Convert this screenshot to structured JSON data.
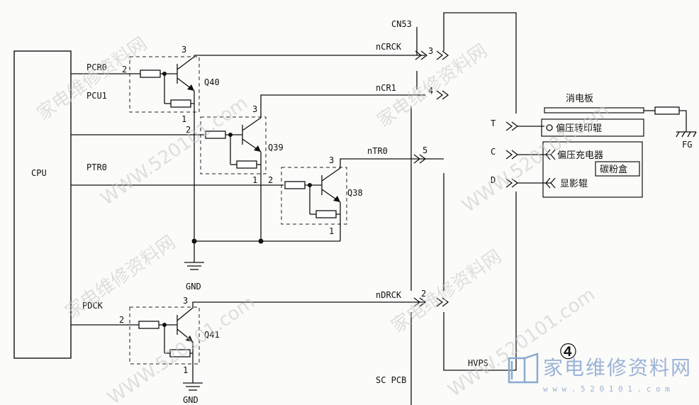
{
  "labels": {
    "cpu": "CPU",
    "cn53": "CN53",
    "pcr0": "PCR0",
    "pcu1": "PCU1",
    "ptr0": "PTR0",
    "pdck": "PDCK",
    "ncrck": "nCRCK",
    "ncr1": "nCR1",
    "ntr0": "nTR0",
    "ndrck": "nDRCK",
    "q40": "Q40",
    "q39": "Q39",
    "q38": "Q38",
    "q41": "Q41",
    "gnd_top": "GND",
    "gnd_bottom": "GND",
    "sc_pcb": "SC PCB",
    "hvps": "HVPS",
    "fg": "FG",
    "t": "T",
    "c": "C",
    "d": "D",
    "discharge": "消电板",
    "transfer_roller": "偏压转印辊",
    "charger": "偏压充电器",
    "toner_box": "碳粉盒",
    "developer_roller": "显影辊",
    "circle_number": "④"
  },
  "pins": {
    "q40_3": "3",
    "q40_2": "2",
    "q40_1": "1",
    "q39_3": "3",
    "q39_2": "2",
    "q39_1": "1",
    "q38_3": "3",
    "q38_2": "2",
    "q38_1": "1",
    "q41_3": "3",
    "q41_2": "2",
    "q41_1": "1",
    "cn_3": "3",
    "cn_4": "4",
    "cn_5": "5",
    "cn_2": "2"
  },
  "watermark": {
    "text": "家电维修资料网",
    "url": "WWW.520101.com",
    "logo_cn": "家电维修资料网",
    "logo_url": "w w w . 5 2 0 1 0 1 . c o m"
  }
}
